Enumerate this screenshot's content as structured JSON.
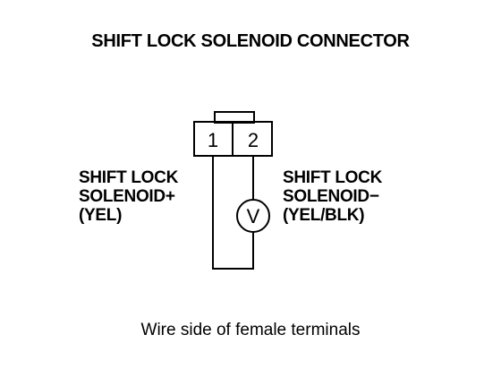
{
  "title": "SHIFT LOCK SOLENOID CONNECTOR",
  "connector": {
    "pins": [
      "1",
      "2"
    ]
  },
  "meter_symbol": "V",
  "left_label": {
    "line1": "SHIFT LOCK",
    "line2": "SOLENOID+",
    "line3": "(YEL)"
  },
  "right_label": {
    "line1": "SHIFT LOCK",
    "line2": "SOLENOID−",
    "line3": "(YEL/BLK)"
  },
  "caption": "Wire side of female terminals"
}
